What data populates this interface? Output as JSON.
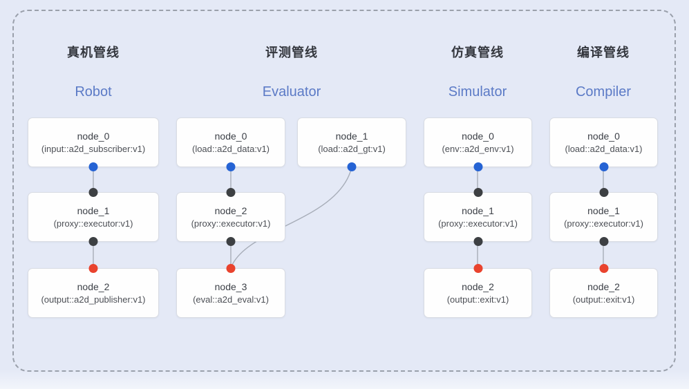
{
  "pipelines": [
    {
      "title_zh": "真机管线",
      "title_en": "Robot",
      "nodes": [
        {
          "name": "node_0",
          "type": "(input::a2d_subscriber:v1)"
        },
        {
          "name": "node_1",
          "type": "(proxy::executor:v1)"
        },
        {
          "name": "node_2",
          "type": "(output::a2d_publisher:v1)"
        }
      ]
    },
    {
      "title_zh": "评测管线",
      "title_en": "Evaluator",
      "nodes": [
        {
          "name": "node_0",
          "type": "(load::a2d_data:v1)"
        },
        {
          "name": "node_1",
          "type": "(load::a2d_gt:v1)"
        },
        {
          "name": "node_2",
          "type": "(proxy::executor:v1)"
        },
        {
          "name": "node_3",
          "type": "(eval::a2d_eval:v1)"
        }
      ]
    },
    {
      "title_zh": "仿真管线",
      "title_en": "Simulator",
      "nodes": [
        {
          "name": "node_0",
          "type": "(env::a2d_env:v1)"
        },
        {
          "name": "node_1",
          "type": "(proxy::executor:v1)"
        },
        {
          "name": "node_2",
          "type": "(output::exit:v1)"
        }
      ]
    },
    {
      "title_zh": "编译管线",
      "title_en": "Compiler",
      "nodes": [
        {
          "name": "node_0",
          "type": "(load::a2d_data:v1)"
        },
        {
          "name": "node_1",
          "type": "(proxy::executor:v1)"
        },
        {
          "name": "node_2",
          "type": "(output::exit:v1)"
        }
      ]
    }
  ],
  "colors": {
    "background": "#e4e9f6",
    "dashed_border": "#9aa0ab",
    "box_border": "#d9dce3",
    "title_en": "#5b7ac6",
    "port_blue": "#2563d4",
    "port_dark": "#3d4043",
    "port_red": "#e9432e",
    "connector_line": "#a7adb8"
  }
}
